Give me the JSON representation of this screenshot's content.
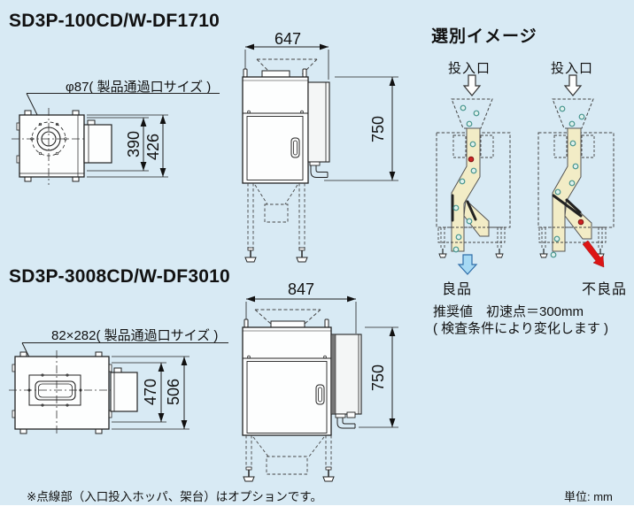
{
  "page": {
    "background": "#d8eaf4",
    "footer_note": "※点線部（入口投入ホッパ、架台）はオプションです。",
    "unit_label": "単位: mm"
  },
  "model1": {
    "title": "SD3P-100CD/W-DF1710",
    "opening_label": "φ87( 製品通過口サイズ )",
    "dims": {
      "front_inner": "390",
      "front_overall": "426",
      "width": "647",
      "height": "750"
    }
  },
  "model2": {
    "title": "SD3P-3008CD/W-DF3010",
    "opening_label": "82×282( 製品通過口サイズ )",
    "dims": {
      "front_inner": "470",
      "front_overall": "506",
      "width": "847",
      "height": "750"
    }
  },
  "sorting": {
    "heading": "選別イメージ",
    "inlet_label": "投入口",
    "good_label": "良品",
    "bad_label": "不良品",
    "recommend_note_line1": "推奨値　初速点＝300mm",
    "recommend_note_line2": "( 検査条件により変化します )",
    "colors": {
      "chute": "#f2ecc6",
      "good_dot_ring": "#46948e",
      "bad_dot": "#cc2222",
      "good_arrow_fill": "#a6d9f4",
      "good_arrow_stroke": "#2e6da8",
      "bad_arrow_fill": "#dc1515"
    }
  }
}
